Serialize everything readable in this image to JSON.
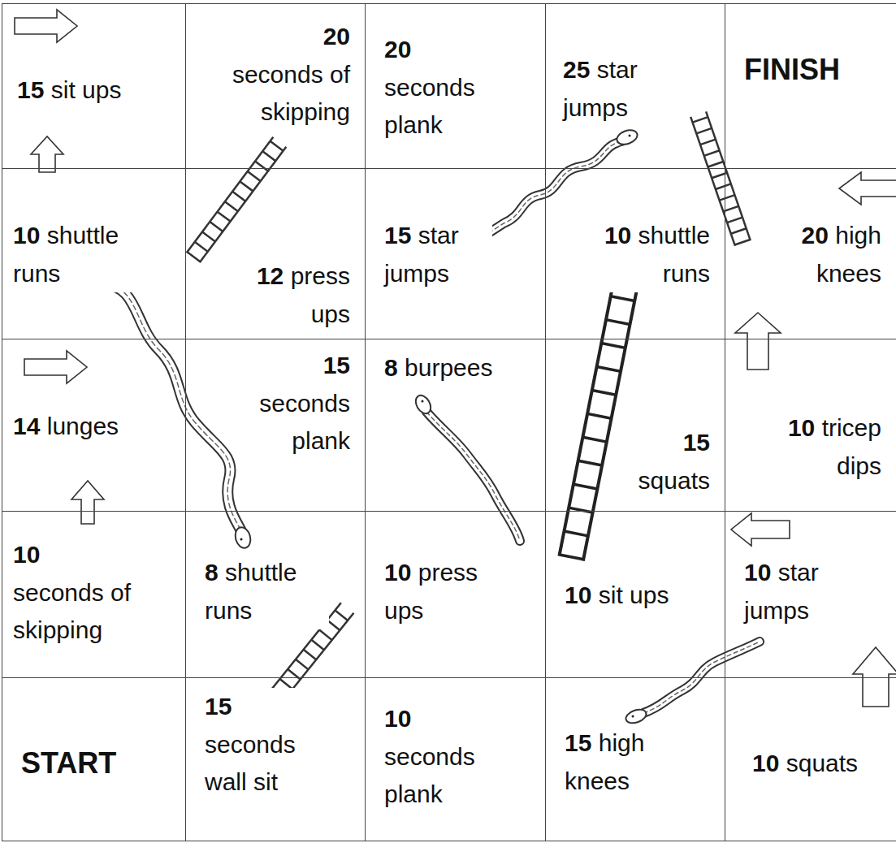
{
  "diagram": {
    "nodes": [
      {
        "text": [
          "15 sit ups"
        ]
      },
      {
        "text": [
          "20 seconds of skipping"
        ]
      },
      {
        "text": [
          "20 seconds plank"
        ]
      },
      {
        "text": [
          "25 star jumps"
        ]
      },
      {
        "text": [
          "FINISH"
        ]
      },
      {
        "text": [
          "10 shuttle runs"
        ]
      },
      {
        "text": [
          "12 press ups"
        ]
      },
      {
        "text": [
          "15 star jumps"
        ]
      },
      {
        "text": [
          "10 shuttle runs"
        ]
      },
      {
        "text": [
          "20 high knees"
        ]
      },
      {
        "text": [
          "14 lunges"
        ]
      },
      {
        "text": [
          "15 seconds plank"
        ]
      },
      {
        "text": [
          "8 burpees"
        ]
      },
      {
        "text": [
          "15 squats"
        ]
      },
      {
        "text": [
          "10 tricep dips"
        ]
      },
      {
        "text": [
          "10 seconds of skipping"
        ]
      },
      {
        "text": [
          "8 shuttle runs"
        ]
      },
      {
        "text": [
          "10 press ups"
        ]
      },
      {
        "text": [
          "10 sit ups"
        ]
      },
      {
        "text": [
          "10 star jumps"
        ]
      },
      {
        "text": [
          "START"
        ]
      },
      {
        "text": [
          "15 seconds wall sit"
        ]
      },
      {
        "text": [
          "10 seconds plank"
        ]
      },
      {
        "text": [
          "15 high knees"
        ]
      },
      {
        "text": [
          "10 squats"
        ]
      }
    ]
  }
}
